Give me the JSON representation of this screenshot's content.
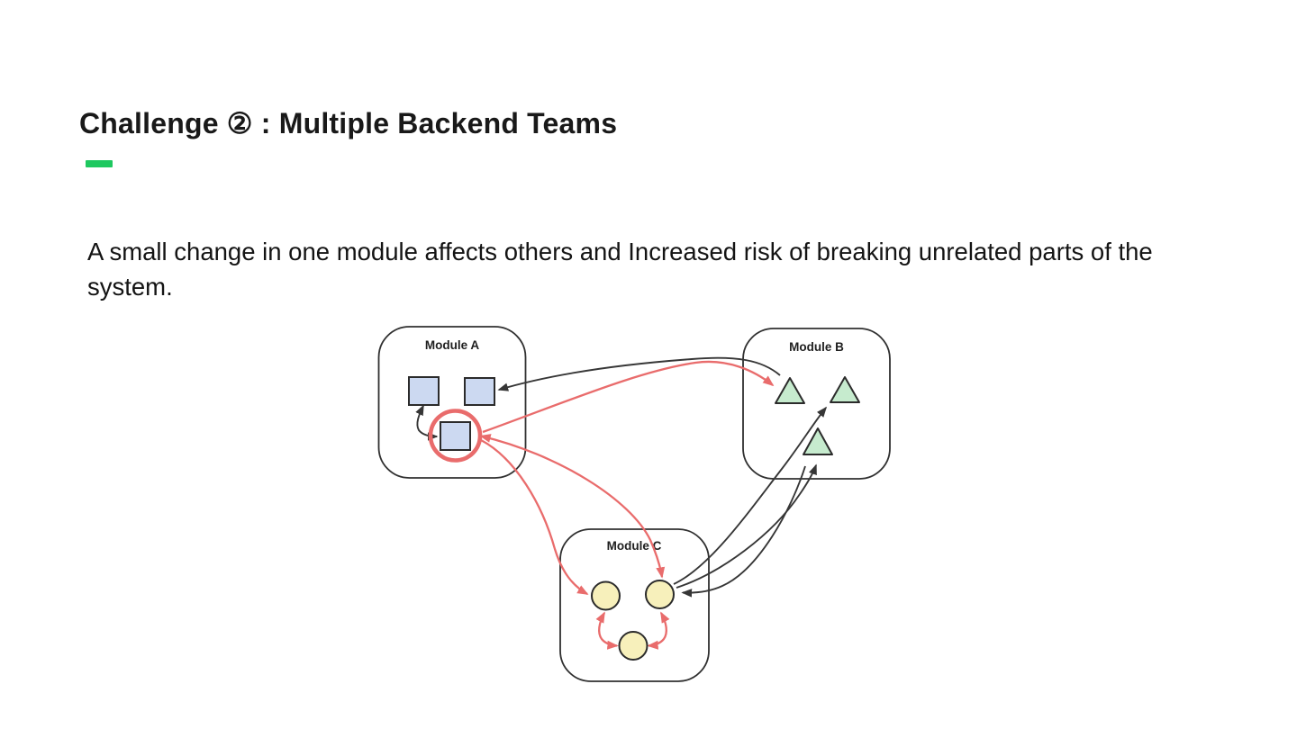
{
  "slide": {
    "title": "Challenge ② : Multiple Backend Teams",
    "accent_color": "#1ec85f",
    "description": "A small change in one module affects others and Increased risk of breaking unrelated parts of the system."
  },
  "diagram": {
    "modules": [
      {
        "id": "module-a",
        "label": "Module A",
        "shape": "square",
        "shape_count": 3,
        "highlighted_shape": "bottom square circled in red"
      },
      {
        "id": "module-b",
        "label": "Module B",
        "shape": "triangle",
        "shape_count": 3
      },
      {
        "id": "module-c",
        "label": "Module C",
        "shape": "circle",
        "shape_count": 3
      }
    ],
    "colors": {
      "module_border": "#303030",
      "square_fill": "#ccd9f1",
      "triangle_fill": "#c6ebce",
      "circle_fill": "#f7f0bb",
      "shape_border": "#2b2b2b",
      "dependency_edge": "#363636",
      "impact_edge": "#e96c6c",
      "highlight_ring": "#e96c6c"
    },
    "edges": [
      {
        "from": "module-a.square-1",
        "to": "module-a.square-3",
        "type": "dependency",
        "bidirectional": true
      },
      {
        "from": "module-b",
        "to": "module-a.square-2",
        "type": "dependency"
      },
      {
        "from": "module-c.circle-2",
        "to": "module-b.triangle-2",
        "type": "dependency"
      },
      {
        "from": "module-c.circle-2",
        "to": "module-b.triangle-3",
        "type": "dependency"
      },
      {
        "from": "module-b.triangle-3",
        "to": "module-c.circle-2",
        "type": "dependency"
      },
      {
        "from": "module-a.square-3",
        "to": "module-b.triangle-1",
        "type": "impact",
        "bidirectional": true
      },
      {
        "from": "module-a.square-3",
        "to": "module-c.circle-1",
        "type": "impact",
        "bidirectional": true
      },
      {
        "from": "module-a.square-3",
        "to": "module-c.circle-2",
        "type": "impact",
        "bidirectional": true
      },
      {
        "from": "module-c.circle-1",
        "to": "module-c.circle-3",
        "type": "impact",
        "bidirectional": true
      },
      {
        "from": "module-c.circle-2",
        "to": "module-c.circle-3",
        "type": "impact",
        "bidirectional": true
      }
    ]
  }
}
